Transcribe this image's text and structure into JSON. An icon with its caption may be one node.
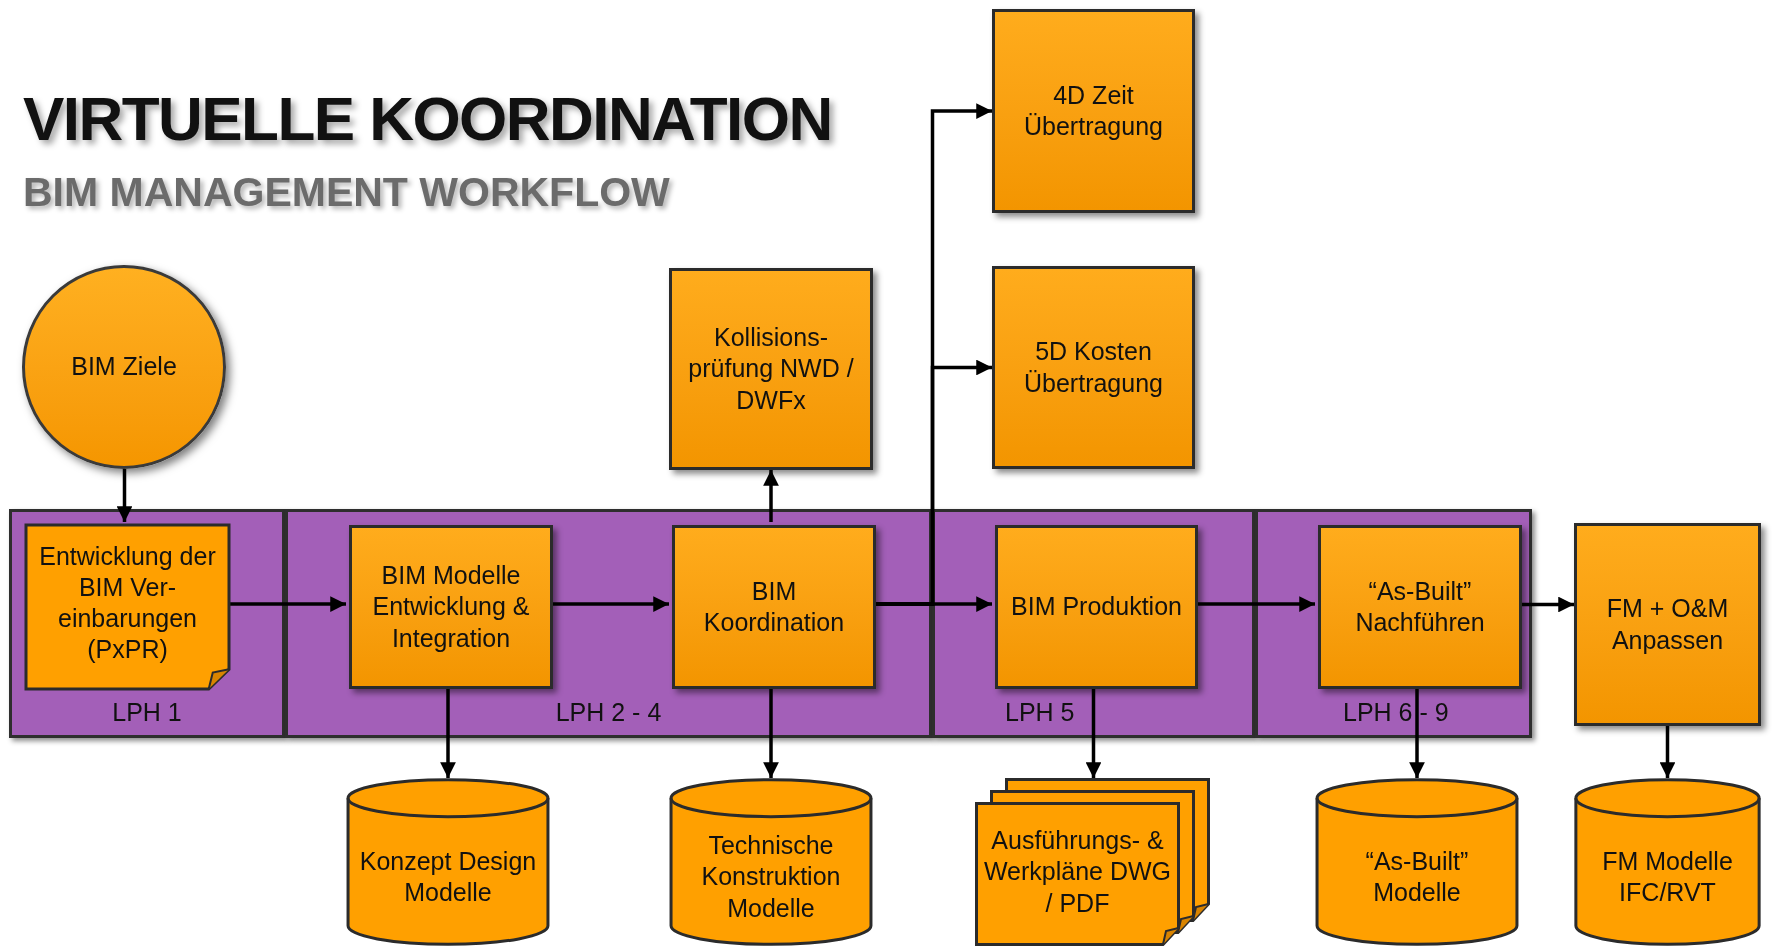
{
  "diagram": {
    "title": "VIRTUELLE KOORDINATION",
    "nodes": [
      {
        "text": [
          "BIM Ziele"
        ]
      },
      {
        "text": [
          "4D Zeit Übertragung"
        ]
      },
      {
        "text": [
          "Kollisions- prüfung NWD / DWFx"
        ]
      },
      {
        "text": [
          "5D Kosten Übertragung"
        ]
      },
      {
        "text": [
          "LPH 1"
        ]
      },
      {
        "text": [
          "Entwicklung der BIM Ver- einbarungen (PxPR)"
        ],
        "in": 4
      },
      {
        "text": [
          "LPH 2 - 4"
        ]
      },
      {
        "text": [
          "BIM Modelle Entwicklung & Integration"
        ],
        "in": 6
      },
      {
        "text": [
          "BIM Koordination"
        ],
        "in": 6
      },
      {
        "text": [
          "LPH 5"
        ]
      },
      {
        "text": [
          "BIM Produktion"
        ],
        "in": 9
      },
      {
        "text": [
          "LPH 6 - 9"
        ]
      },
      {
        "text": [
          "“As-Built” Nachführen"
        ],
        "in": 11
      },
      {
        "text": [
          "FM + O&M Anpassen"
        ]
      },
      {
        "text": [
          "Konzept Design Modelle"
        ]
      },
      {
        "text": [
          "Technische Konstruktion Modelle"
        ]
      },
      {
        "text": [
          "Ausführungs- & Werkpläne DWG / PDF"
        ]
      },
      {
        "text": [
          "“As-Built” Modelle"
        ]
      },
      {
        "text": [
          "FM Modelle IFC/RVT"
        ]
      }
    ],
    "edges": [
      {
        "from": 0,
        "to": 5,
        "arrow": "to"
      },
      {
        "from": 5,
        "to": 7,
        "arrow": "to"
      },
      {
        "from": 7,
        "to": 8,
        "arrow": "to"
      },
      {
        "from": 8,
        "to": 10,
        "arrow": "to"
      },
      {
        "from": 10,
        "to": 12,
        "arrow": "to"
      },
      {
        "from": 12,
        "to": 13,
        "arrow": "to"
      },
      {
        "from": 8,
        "to": 2,
        "arrow": "to"
      },
      {
        "from": 8,
        "to": 1,
        "arrow": "to"
      },
      {
        "from": 8,
        "to": 3,
        "arrow": "to"
      },
      {
        "from": 7,
        "to": 14,
        "arrow": "to"
      },
      {
        "from": 8,
        "to": 15,
        "arrow": "to"
      },
      {
        "from": 10,
        "to": 16,
        "arrow": "to"
      },
      {
        "from": 12,
        "to": 17,
        "arrow": "to"
      },
      {
        "from": 13,
        "to": 18,
        "arrow": "to"
      }
    ],
    "labels": [
      "BIM MANAGEMENT WORKFLOW"
    ]
  }
}
